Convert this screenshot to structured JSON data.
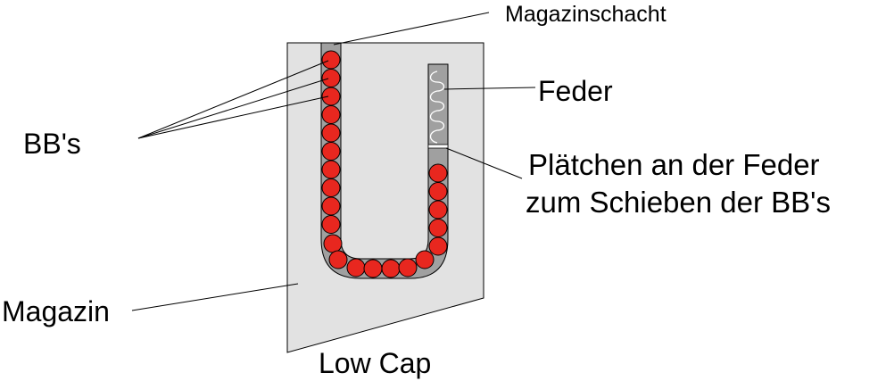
{
  "labels": {
    "magazinschacht": "Magazinschacht",
    "feder": "Feder",
    "plaetchen_line1": "Plätchen an der Feder",
    "plaetchen_line2": "zum Schieben der BB's",
    "bbs": "BB's",
    "magazin": "Magazin",
    "low_cap": "Low Cap"
  },
  "colors": {
    "magazine_body": "#e2e2e2",
    "shaft": "#a0a0a0",
    "bb_fill": "#e8271f",
    "outline": "#000000",
    "spring": "#ffffff"
  },
  "bb_count": 22
}
